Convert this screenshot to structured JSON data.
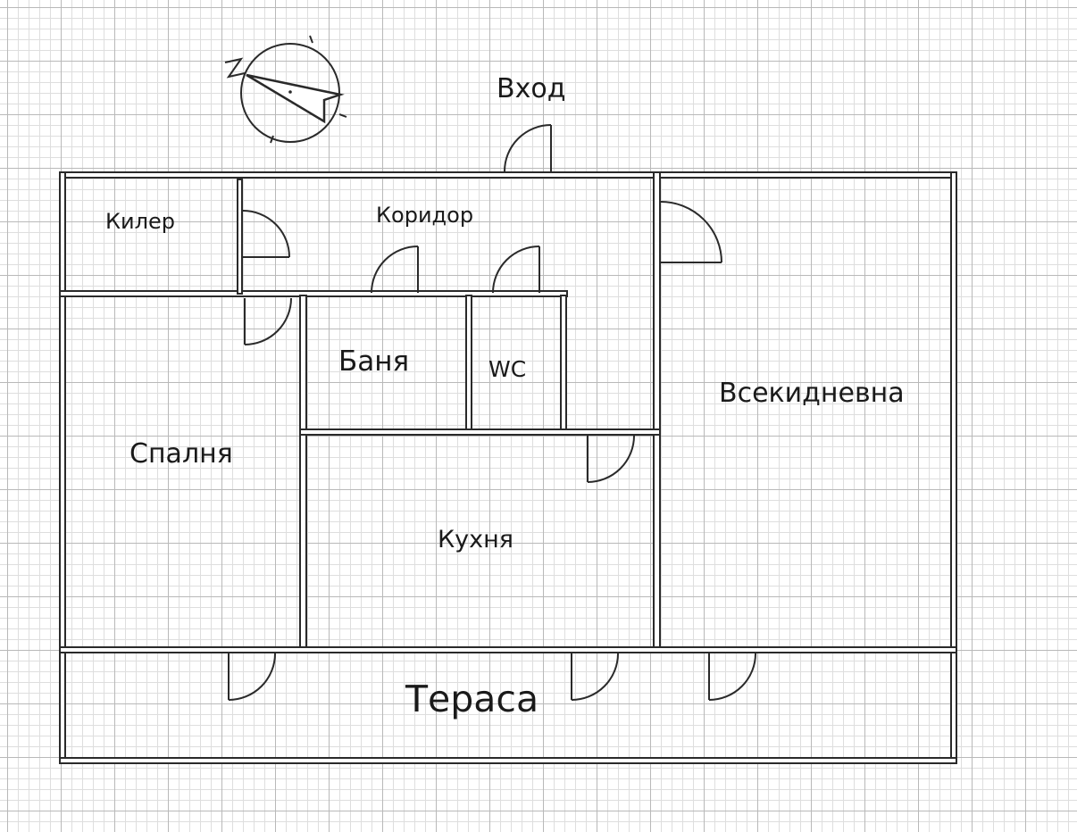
{
  "plan": {
    "entrance": "Вход",
    "rooms": {
      "pantry": "Килер",
      "corridor": "Коридор",
      "bathroom": "Баня",
      "wc": "WC",
      "living_room": "Всекидневна",
      "bedroom": "Спалня",
      "kitchen": "Кухня",
      "terrace": "Тераса"
    },
    "compass": {
      "north_letter": "N",
      "icon": "compass-icon"
    }
  },
  "colors": {
    "wall": "#2a2a2a",
    "grid_major": "#b9b9b9",
    "grid_minor": "#dedede",
    "background": "#ffffff"
  }
}
